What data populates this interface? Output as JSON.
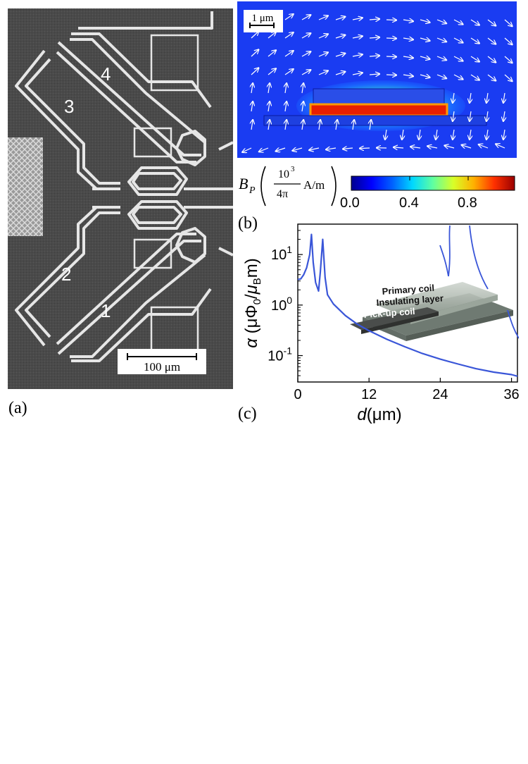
{
  "panels": {
    "a": {
      "label": "(a)",
      "scale_bar": "100 μm",
      "coil_numbers": [
        "1",
        "2",
        "3",
        "4"
      ]
    },
    "b": {
      "label": "(b)",
      "scale_bar": "1 μm"
    },
    "c": {
      "label": "(c)"
    }
  },
  "colorbar": {
    "symbol": "B",
    "subscript": "P",
    "frac_num": "10",
    "frac_num_exp": "3",
    "frac_den": "4π",
    "unit": "A/m",
    "ticks": [
      "0.0",
      "0.4",
      "0.8"
    ],
    "colormap": [
      "#00008f",
      "#0000ff",
      "#0060ff",
      "#00d8ff",
      "#60ffa0",
      "#d8ff28",
      "#ffb000",
      "#ff3000",
      "#9a0000"
    ]
  },
  "chart_data": {
    "type": "line",
    "xlabel": "d(μm)",
    "ylabel": "α (μΦ0/μBm)",
    "xlim": [
      0,
      37
    ],
    "ylim": [
      0.03,
      40
    ],
    "yscale": "log",
    "xticks": [
      "0",
      "12",
      "24",
      "36"
    ],
    "yticks": [
      "10^1",
      "10^0",
      "10^-1"
    ],
    "series": [
      {
        "color": "#3a56d8",
        "x": [
          0,
          0.5,
          1,
          1.5,
          2,
          2.3,
          2.6,
          3,
          3.5,
          3.8,
          4.2,
          4.6,
          5,
          6,
          8,
          10,
          12,
          15,
          18,
          21,
          24,
          27,
          30,
          33,
          36,
          37
        ],
        "y": [
          3.2,
          3.3,
          4.0,
          5.5,
          10,
          25,
          7,
          2.8,
          1.9,
          4.5,
          20,
          3.5,
          1.6,
          1.05,
          0.62,
          0.42,
          0.31,
          0.21,
          0.15,
          0.11,
          0.085,
          0.068,
          0.055,
          0.047,
          0.042,
          0.039
        ]
      }
    ],
    "inset_labels": [
      "Primary coil",
      "Insulating layer",
      "Pick-up coil"
    ]
  }
}
